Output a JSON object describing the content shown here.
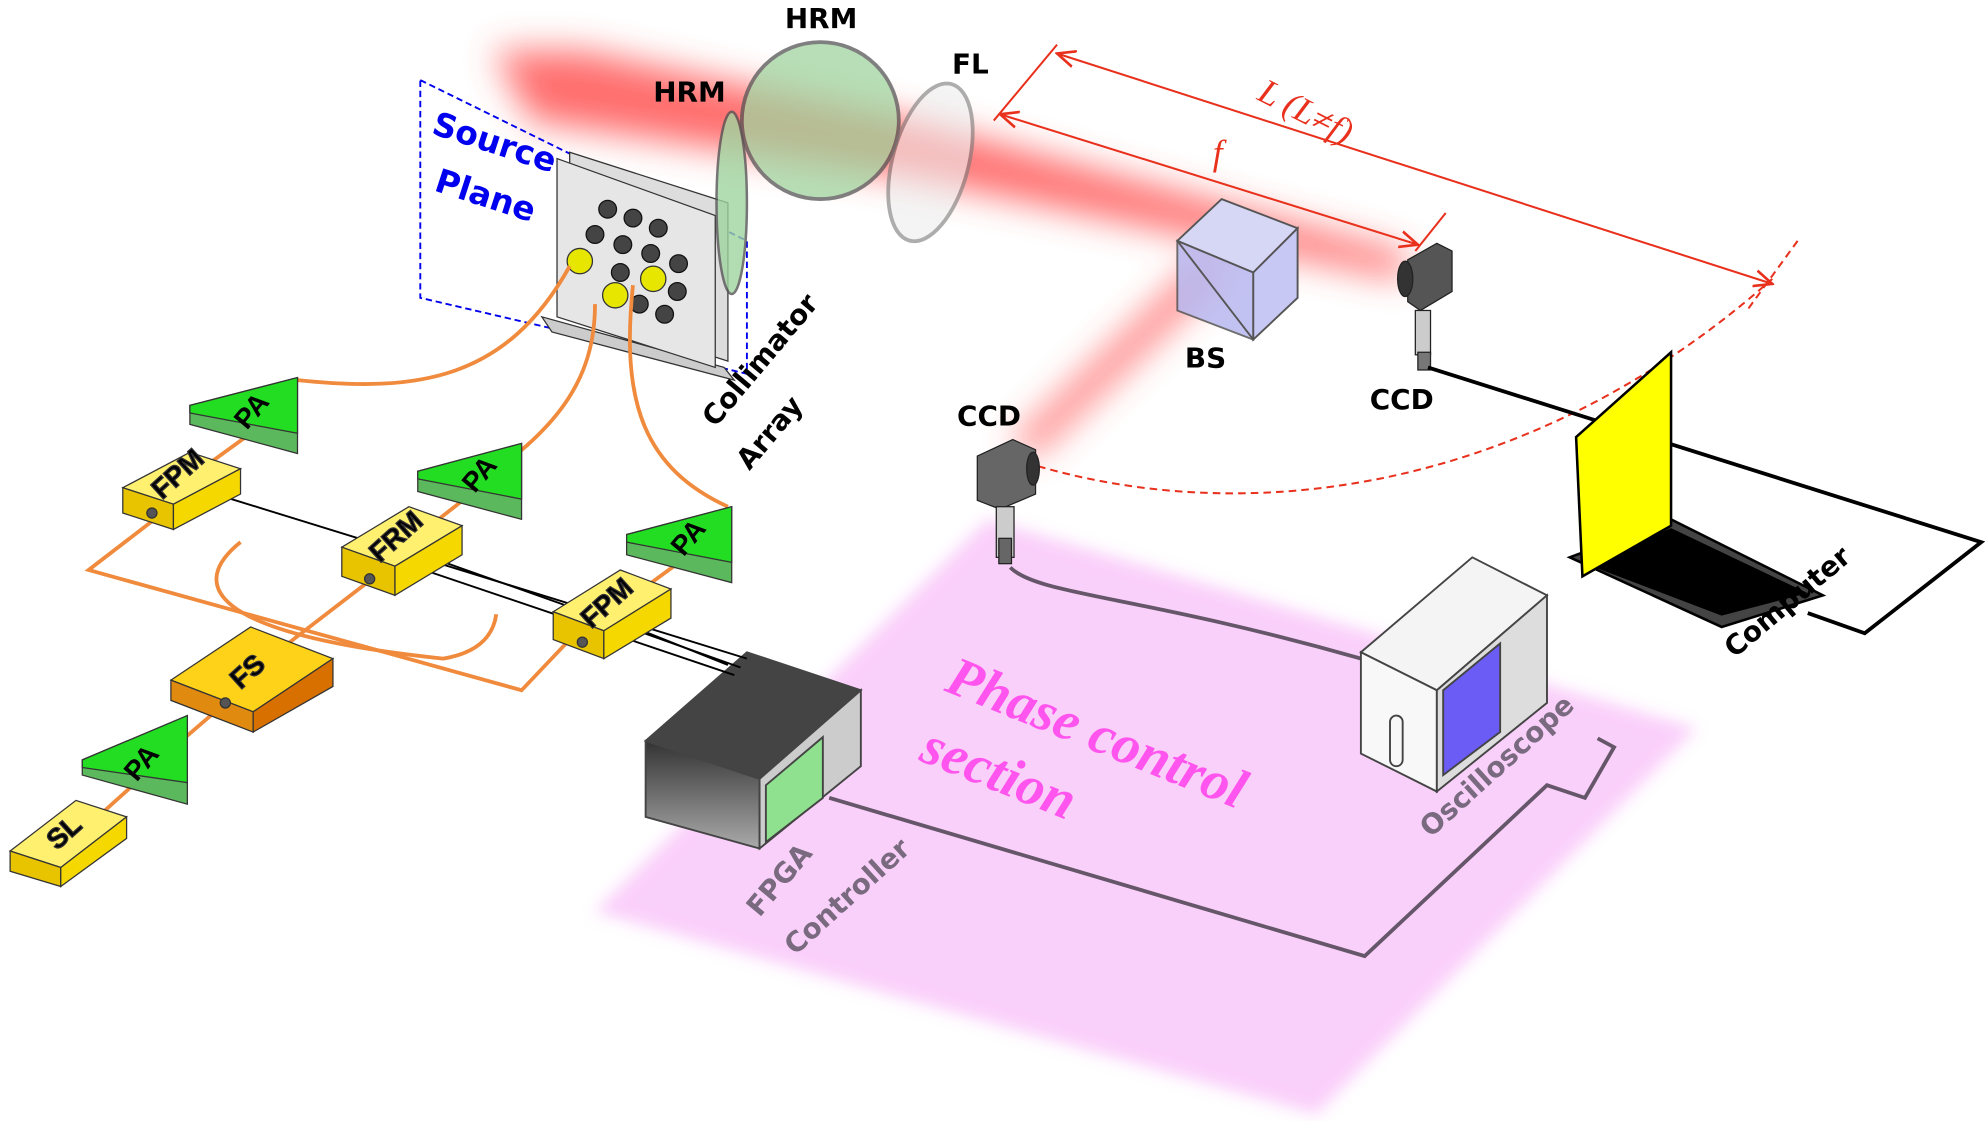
{
  "labels": {
    "hrm_top": "HRM",
    "hrm_left": "HRM",
    "fl": "FL",
    "source_plane_1": "Source",
    "source_plane_2": "Plane",
    "collimator_1": "Collimator",
    "collimator_2": "Array",
    "bs": "BS",
    "ccd_right": "CCD",
    "ccd_left": "CCD",
    "distance_L": "L (L≠f)",
    "distance_f": "f",
    "computer": "Computer",
    "oscilloscope": "Oscilloscope",
    "fpga_1": "FPGA",
    "fpga_2": "Controller",
    "phase_1": "Phase control",
    "phase_2": "section",
    "pa": "PA",
    "fpm": "FPM",
    "frm": "FRM",
    "fs": "FS",
    "sl": "SL"
  },
  "colors": {
    "beam": "#ff3333",
    "fiber": "#f08a3c",
    "amplifier": "#22cc22",
    "module": "#f5d800",
    "phase_section": "#f9c8f9",
    "phase_text": "#ff55ee",
    "source_plane": "#0000ee",
    "dimension": "#e8301c"
  }
}
